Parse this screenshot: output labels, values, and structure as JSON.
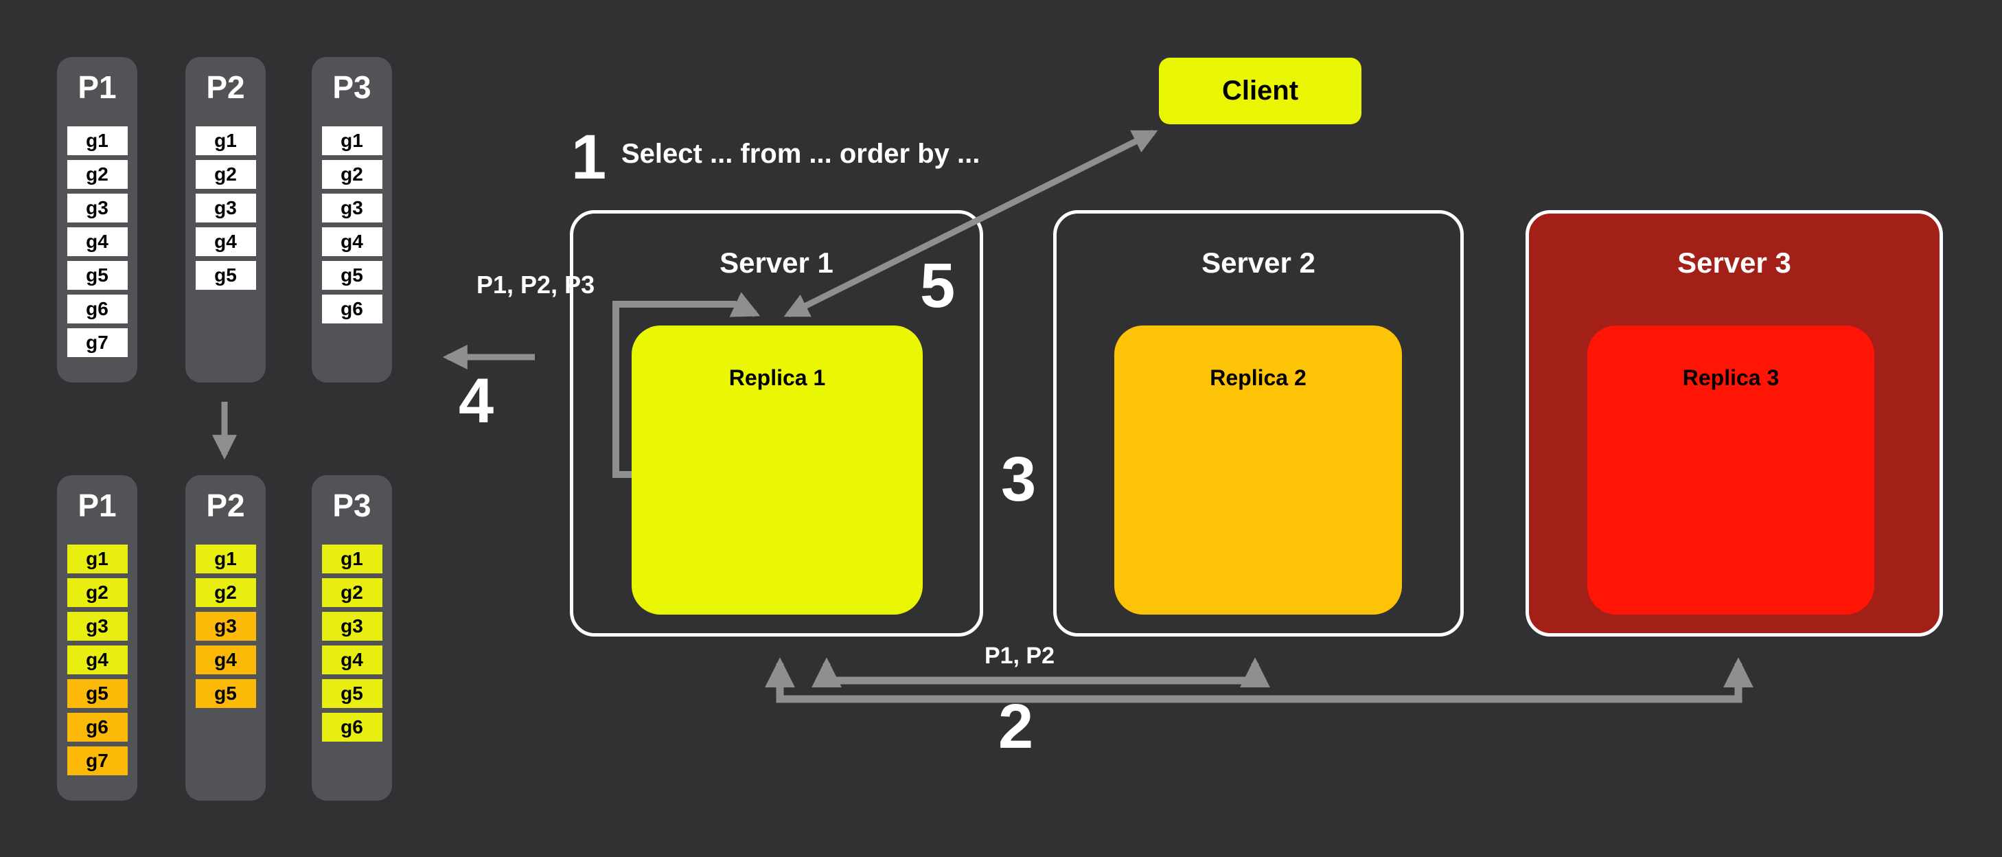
{
  "background": "#313133",
  "colors": {
    "canvas_bg": "#313133",
    "column_bg": "#525356",
    "cell_white": "#ffffff",
    "cell_yellow": "#e8ef10",
    "cell_orange": "#fcb907",
    "highlight_yellow": "#e9f604",
    "replica2_amber": "#fdc306",
    "server3_dark_red": "#a32019",
    "replica3_red": "#fe1505",
    "arrow_gray": "#8e8f91",
    "text_white": "#ffffff",
    "text_black": "#000000"
  },
  "client": {
    "label": "Client"
  },
  "query": {
    "step": "1",
    "text": "Select ... from ... order by ..."
  },
  "steps": {
    "replicate": "2",
    "inter_server": "3",
    "deliver": "4",
    "response": "5"
  },
  "labels": {
    "route_partitions": "P1, P2, P3",
    "replicate_partitions": "P1, P2"
  },
  "servers": [
    {
      "label": "Server 1",
      "replica": {
        "label": "Replica 1"
      }
    },
    {
      "label": "Server 2",
      "replica": {
        "label": "Replica 2"
      }
    },
    {
      "label": "Server 3",
      "replica": {
        "label": "Replica 3"
      }
    }
  ],
  "partitions": {
    "before": [
      {
        "label": "P1",
        "cells": [
          {
            "label": "g1",
            "state": "white"
          },
          {
            "label": "g2",
            "state": "white"
          },
          {
            "label": "g3",
            "state": "white"
          },
          {
            "label": "g4",
            "state": "white"
          },
          {
            "label": "g5",
            "state": "white"
          },
          {
            "label": "g6",
            "state": "white"
          },
          {
            "label": "g7",
            "state": "white"
          }
        ]
      },
      {
        "label": "P2",
        "cells": [
          {
            "label": "g1",
            "state": "white"
          },
          {
            "label": "g2",
            "state": "white"
          },
          {
            "label": "g3",
            "state": "white"
          },
          {
            "label": "g4",
            "state": "white"
          },
          {
            "label": "g5",
            "state": "white"
          }
        ]
      },
      {
        "label": "P3",
        "cells": [
          {
            "label": "g1",
            "state": "white"
          },
          {
            "label": "g2",
            "state": "white"
          },
          {
            "label": "g3",
            "state": "white"
          },
          {
            "label": "g4",
            "state": "white"
          },
          {
            "label": "g5",
            "state": "white"
          },
          {
            "label": "g6",
            "state": "white"
          }
        ]
      }
    ],
    "after": [
      {
        "label": "P1",
        "cells": [
          {
            "label": "g1",
            "state": "yellow"
          },
          {
            "label": "g2",
            "state": "yellow"
          },
          {
            "label": "g3",
            "state": "yellow"
          },
          {
            "label": "g4",
            "state": "yellow"
          },
          {
            "label": "g5",
            "state": "orange"
          },
          {
            "label": "g6",
            "state": "orange"
          },
          {
            "label": "g7",
            "state": "orange"
          }
        ]
      },
      {
        "label": "P2",
        "cells": [
          {
            "label": "g1",
            "state": "yellow"
          },
          {
            "label": "g2",
            "state": "yellow"
          },
          {
            "label": "g3",
            "state": "orange"
          },
          {
            "label": "g4",
            "state": "orange"
          },
          {
            "label": "g5",
            "state": "orange"
          }
        ]
      },
      {
        "label": "P3",
        "cells": [
          {
            "label": "g1",
            "state": "yellow"
          },
          {
            "label": "g2",
            "state": "yellow"
          },
          {
            "label": "g3",
            "state": "yellow"
          },
          {
            "label": "g4",
            "state": "yellow"
          },
          {
            "label": "g5",
            "state": "yellow"
          },
          {
            "label": "g6",
            "state": "yellow"
          }
        ]
      }
    ]
  }
}
